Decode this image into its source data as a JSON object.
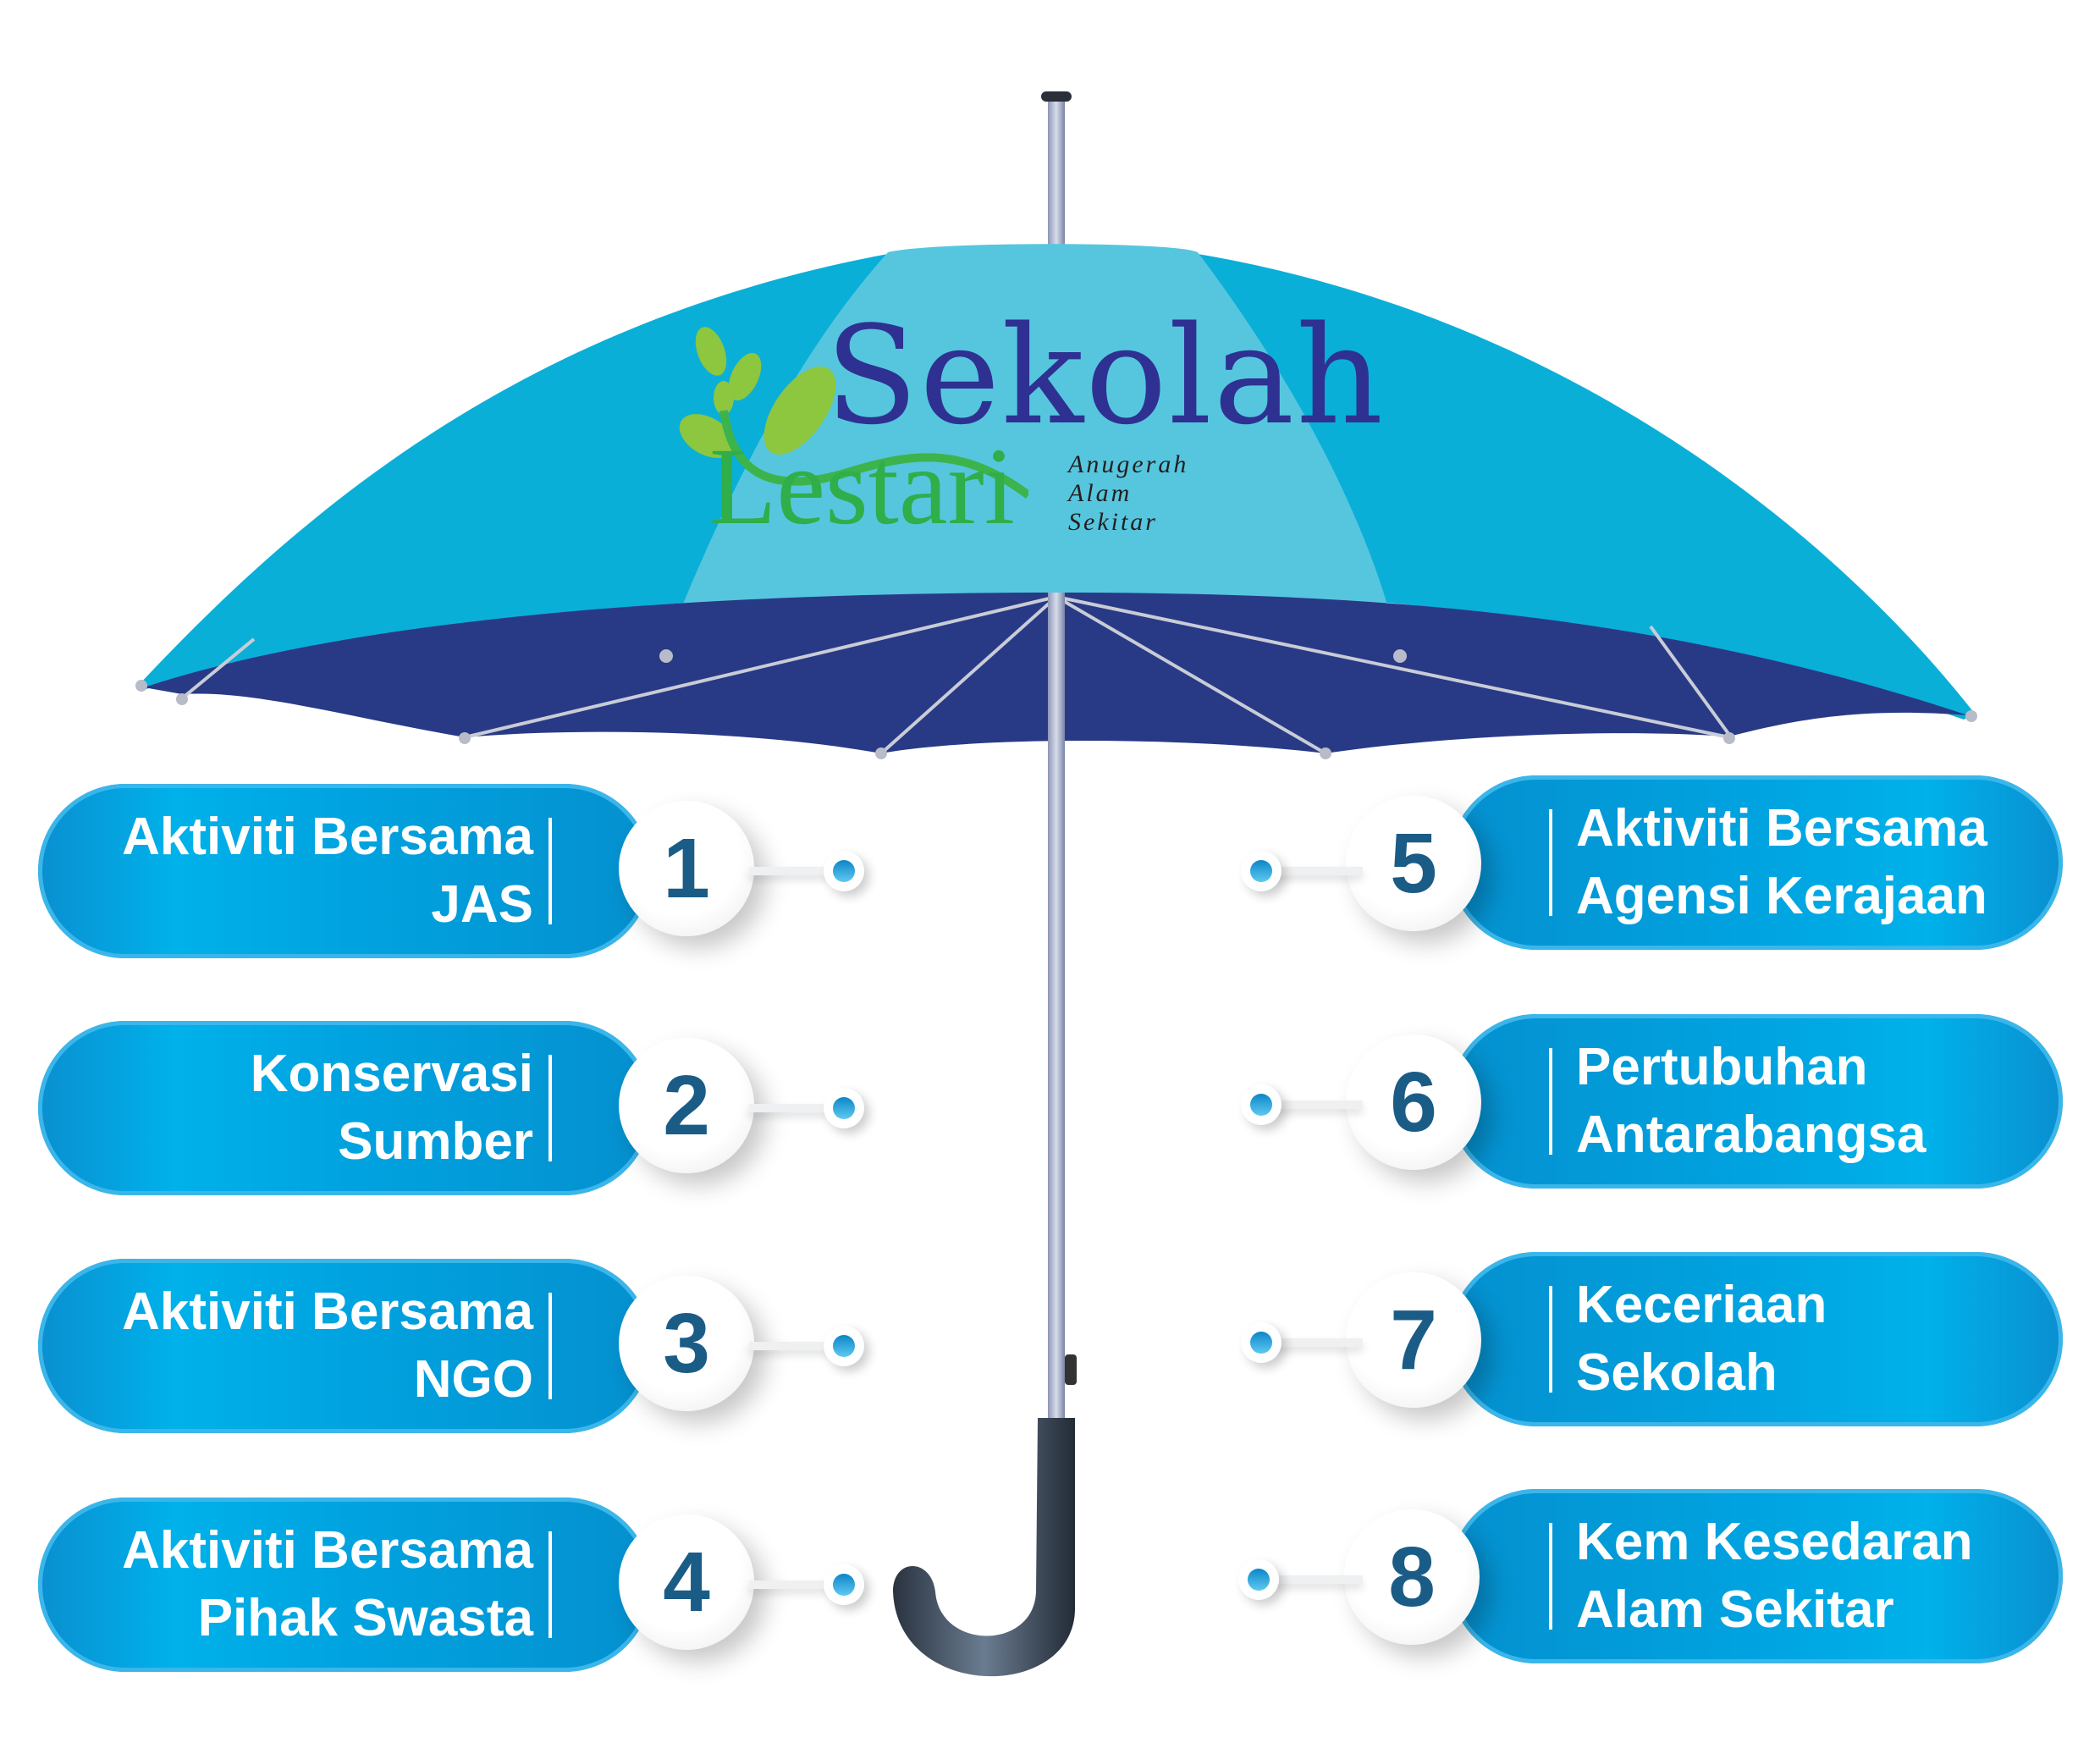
{
  "logo": {
    "title": "Sekolah",
    "subtitle": "Lestari",
    "tagline": "Anugerah Alam Sekitar"
  },
  "colors": {
    "canopy": "#0aafd8",
    "canopy_panel": "#56c6de",
    "underside": "#283a86",
    "pill": "#00a3e0",
    "number": "#1b5c87"
  },
  "items": [
    {
      "number": "1",
      "line1": "Aktiviti Bersama",
      "line2": "JAS"
    },
    {
      "number": "2",
      "line1": "Konservasi",
      "line2": "Sumber"
    },
    {
      "number": "3",
      "line1": "Aktiviti Bersama",
      "line2": "NGO"
    },
    {
      "number": "4",
      "line1": "Aktiviti Bersama",
      "line2": "Pihak Swasta"
    },
    {
      "number": "5",
      "line1": "Aktiviti Bersama",
      "line2": "Agensi Kerajaan"
    },
    {
      "number": "6",
      "line1": "Pertubuhan",
      "line2": "Antarabangsa"
    },
    {
      "number": "7",
      "line1": "Keceriaan",
      "line2": "Sekolah"
    },
    {
      "number": "8",
      "line1": "Kem Kesedaran",
      "line2": "Alam Sekitar"
    }
  ]
}
